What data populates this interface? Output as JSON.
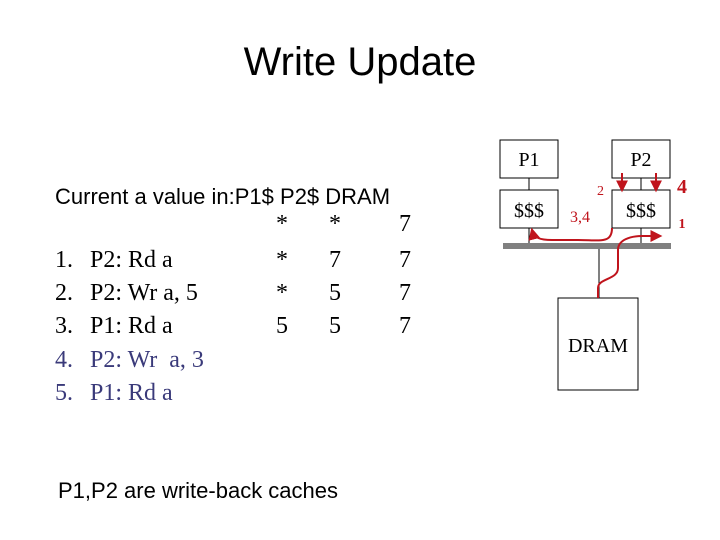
{
  "title": "Write Update",
  "table": {
    "header": "Current a value in:P1$ P2$ DRAM",
    "initial": {
      "p1": "*",
      "p2": "*",
      "dram": "7"
    },
    "steps": [
      {
        "num": "1.",
        "op": "P2: Rd a",
        "p1": "*",
        "p2": "7",
        "dram": "7"
      },
      {
        "num": "2.",
        "op": "P2: Wr a, 5",
        "p1": "*",
        "p2": "5",
        "dram": "7"
      },
      {
        "num": "3.",
        "op": "P1: Rd a",
        "p1": "5",
        "p2": "5",
        "dram": "7"
      },
      {
        "num": "4.",
        "op": "P2: Wr  a, 3",
        "p1": "",
        "p2": "",
        "dram": ""
      },
      {
        "num": "5.",
        "op": "P1: Rd a",
        "p1": "",
        "p2": "",
        "dram": ""
      }
    ]
  },
  "footer": "P1,P2 are write-back caches",
  "diagram": {
    "p1_label": "P1",
    "p2_label": "P2",
    "cache1_label": "$$$",
    "cache2_label": "$$$",
    "dram_label": "DRAM",
    "ann_2": "2",
    "ann_34": "3,4",
    "ann_4": "4",
    "ann_1": "1"
  },
  "colors": {
    "text": "#000000",
    "step_highlight": "#3a3a7a",
    "arrow": "#c0141c",
    "bus": "#808080"
  }
}
